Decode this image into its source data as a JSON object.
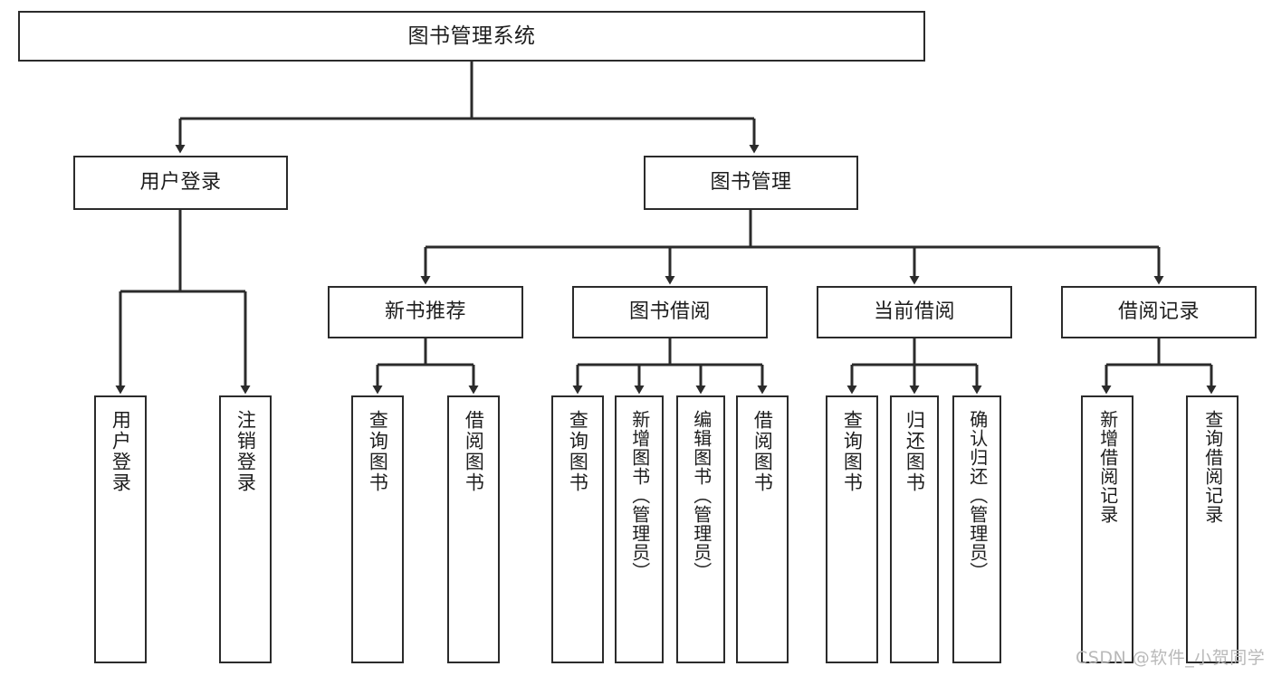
{
  "diagram": {
    "title": "图书管理系统",
    "type": "tree",
    "watermark": "CSDN @软件_小贺同学",
    "colors": {
      "box_border": "#2b2b2b",
      "box_fill": "#ffffff",
      "connector": "#2b2b2b",
      "text": "#1d1d1d",
      "watermark": "#b9b9b9",
      "background": "#ffffff"
    },
    "root": {
      "label": "图书管理系统"
    },
    "level2": [
      {
        "label": "用户登录"
      },
      {
        "label": "图书管理"
      }
    ],
    "level3": [
      {
        "label": "新书推荐"
      },
      {
        "label": "图书借阅"
      },
      {
        "label": "当前借阅"
      },
      {
        "label": "借阅记录"
      }
    ],
    "leaves": {
      "user_login": [
        {
          "label": "用户登录"
        },
        {
          "label": "注销登录"
        }
      ],
      "new_book_recommend": [
        {
          "label": "查询图书"
        },
        {
          "label": "借阅图书"
        }
      ],
      "book_borrow": [
        {
          "label": "查询图书"
        },
        {
          "label": "新增图书（管理员）"
        },
        {
          "label": "编辑图书（管理员）"
        },
        {
          "label": "借阅图书"
        }
      ],
      "current_borrow": [
        {
          "label": "查询图书"
        },
        {
          "label": "归还图书"
        },
        {
          "label": "确认归还（管理员）"
        }
      ],
      "borrow_record": [
        {
          "label": "新增借阅记录"
        },
        {
          "label": "查询借阅记录"
        }
      ]
    }
  }
}
